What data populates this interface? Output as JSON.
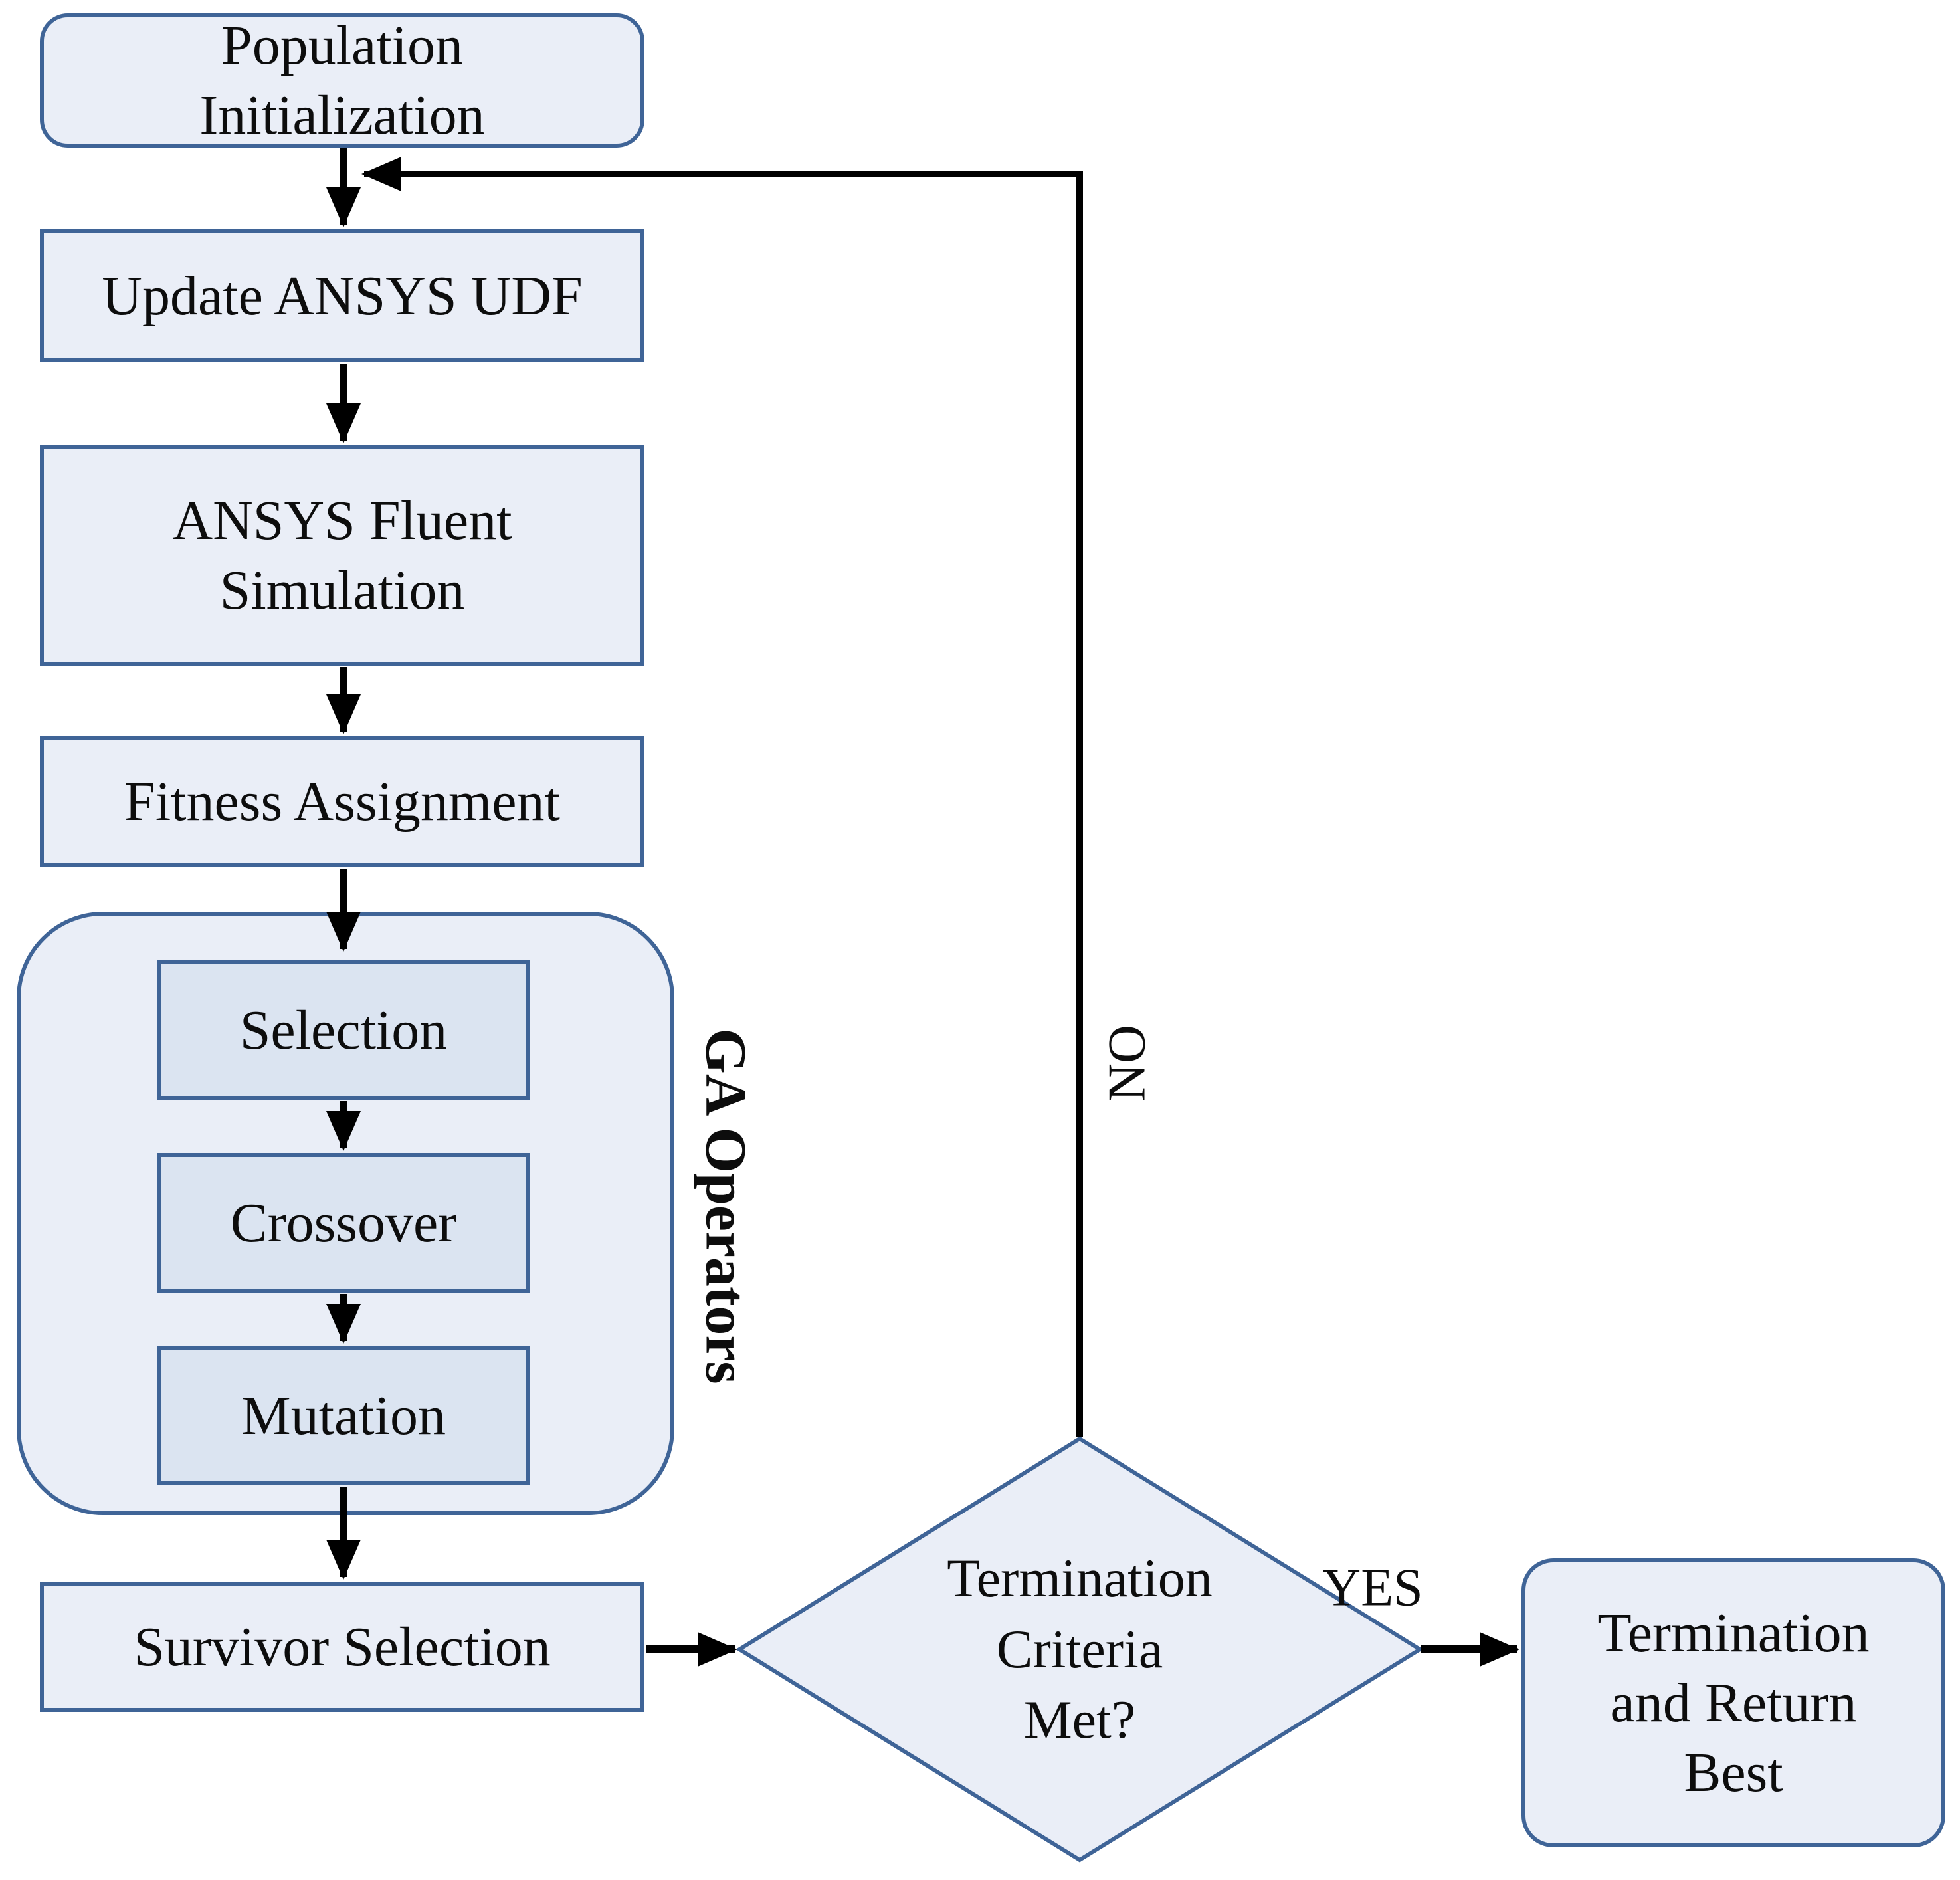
{
  "nodes": {
    "population": {
      "lines": [
        "Population",
        "Initialization"
      ]
    },
    "update_udf": {
      "label": "Update ANSYS UDF"
    },
    "fluent": {
      "lines": [
        "ANSYS Fluent",
        "Simulation"
      ]
    },
    "fitness": {
      "label": "Fitness Assignment"
    },
    "selection": {
      "label": "Selection"
    },
    "crossover": {
      "label": "Crossover"
    },
    "mutation": {
      "label": "Mutation"
    },
    "survivor": {
      "label": "Survivor Selection"
    },
    "decision": {
      "lines": [
        "Termination",
        "Criteria",
        "Met?"
      ]
    },
    "terminate": {
      "lines": [
        "Termination",
        "and Return",
        "Best"
      ]
    }
  },
  "labels": {
    "group": "GA Operators",
    "yes": "YES",
    "no": "NO"
  },
  "colors": {
    "node_fill": "#eaeef7",
    "inner_node_fill": "#dbe4f1",
    "border": "#3f6497",
    "arrow": "#000000",
    "text": "#0d0d0d",
    "background": "#ffffff"
  }
}
